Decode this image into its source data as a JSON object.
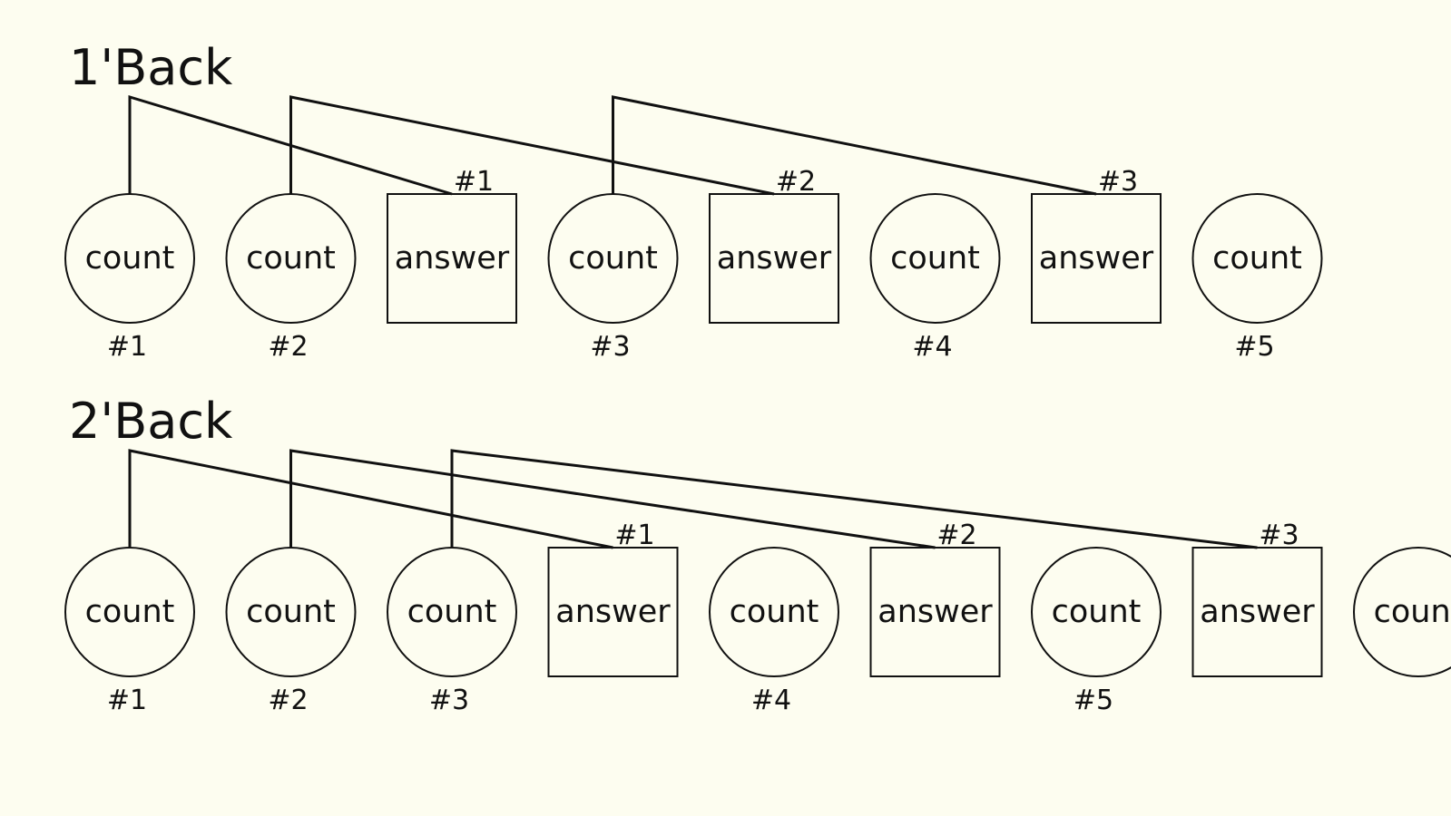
{
  "colors": {
    "background": "#fdfdf0",
    "stroke": "#111111"
  },
  "diagrams": [
    {
      "title": "1'Back",
      "nodes": [
        {
          "kind": "circle",
          "text": "count",
          "num": "#1"
        },
        {
          "kind": "circle",
          "text": "count",
          "num": "#2"
        },
        {
          "kind": "square",
          "text": "answer",
          "num": "#1"
        },
        {
          "kind": "circle",
          "text": "count",
          "num": "#3"
        },
        {
          "kind": "square",
          "text": "answer",
          "num": "#2"
        },
        {
          "kind": "circle",
          "text": "count",
          "num": "#4"
        },
        {
          "kind": "square",
          "text": "answer",
          "num": "#3"
        },
        {
          "kind": "circle",
          "text": "count",
          "num": "#5"
        }
      ],
      "links": [
        [
          0,
          2
        ],
        [
          1,
          4
        ],
        [
          3,
          6
        ]
      ]
    },
    {
      "title": "2'Back",
      "nodes": [
        {
          "kind": "circle",
          "text": "count",
          "num": "#1"
        },
        {
          "kind": "circle",
          "text": "count",
          "num": "#2"
        },
        {
          "kind": "circle",
          "text": "count",
          "num": "#3"
        },
        {
          "kind": "square",
          "text": "answer",
          "num": "#1"
        },
        {
          "kind": "circle",
          "text": "count",
          "num": "#4"
        },
        {
          "kind": "square",
          "text": "answer",
          "num": "#2"
        },
        {
          "kind": "circle",
          "text": "count",
          "num": "#5"
        },
        {
          "kind": "square",
          "text": "answer",
          "num": "#3"
        },
        {
          "kind": "circle",
          "text": "count",
          "num": ""
        }
      ],
      "links": [
        [
          0,
          3
        ],
        [
          1,
          5
        ],
        [
          2,
          7
        ]
      ]
    }
  ]
}
